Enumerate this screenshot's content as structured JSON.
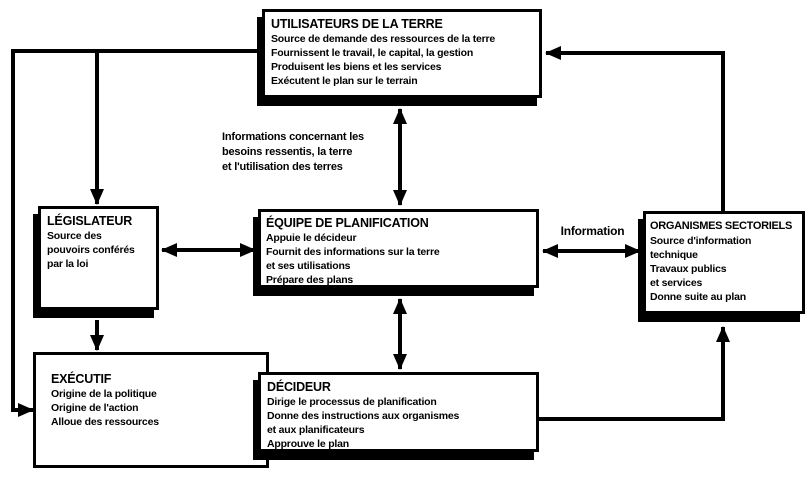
{
  "diagram": {
    "colors": {
      "ink": "#000000",
      "background": "#ffffff"
    },
    "boxes": {
      "utilisateurs": {
        "title": "UTILISATEURS DE LA TERRE",
        "lines": [
          "Source de demande des ressources de la terre",
          "Fournissent le travail, le capital, la gestion",
          "Produisent les biens et les services",
          "Exécutent le plan sur le terrain"
        ]
      },
      "legislateur": {
        "title": "LÉGISLATEUR",
        "lines": [
          "Source des",
          "pouvoirs conférés",
          "par la loi"
        ]
      },
      "equipe": {
        "title": "ÉQUIPE DE PLANIFICATION",
        "lines": [
          "Appuie le décideur",
          "Fournit des informations sur la terre",
          "et ses utilisations",
          "Prépare des plans"
        ]
      },
      "organismes": {
        "title": "ORGANISMES SECTORIELS",
        "lines": [
          "Source d'information",
          "technique",
          "Travaux publics",
          "et services",
          "Donne suite au plan"
        ]
      },
      "executif": {
        "title": "EXÉCUTIF",
        "lines": [
          "Origine de la politique",
          "Origine de l'action",
          "Alloue des ressources"
        ]
      },
      "decideur": {
        "title": "DÉCIDEUR",
        "lines": [
          "Dirige le processus de planification",
          "Donne des instructions aux organismes",
          "et aux planificateurs",
          "Approuve le plan"
        ]
      }
    },
    "labels": {
      "info_left": {
        "lines": [
          "Informations concernant les",
          "besoins ressentis, la terre",
          "et l'utilisation des terres"
        ]
      },
      "info_right": "Information"
    }
  }
}
